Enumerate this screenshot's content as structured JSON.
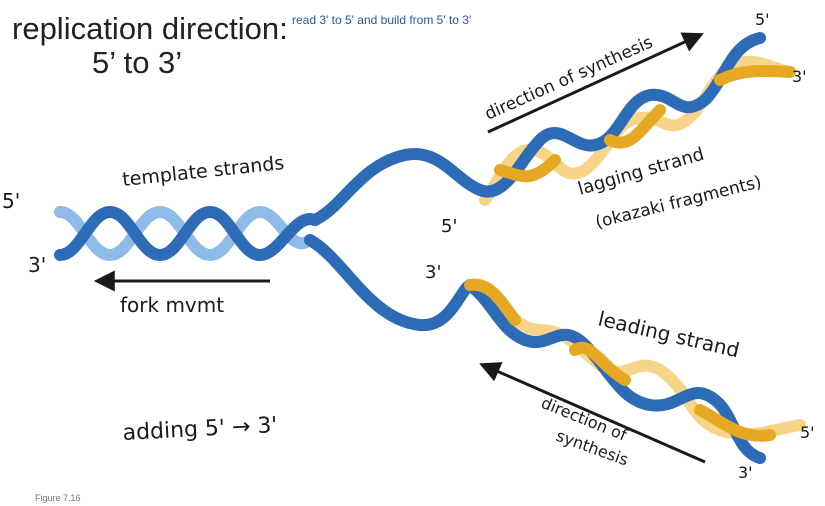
{
  "header": {
    "title_line1": "replication direction:",
    "title_line2": "5’ to 3’",
    "note": "read 3' to 5' and build from 5' to 3'"
  },
  "labels": {
    "left_5": "5'",
    "left_3": "3'",
    "template_strands": "template strands",
    "fork_movement": "fork mvmt",
    "adding": "adding 5' → 3'",
    "top_direction": "direction of synthesis",
    "top_5": "5'",
    "top_3": "3'",
    "top_left_5": "5'",
    "lagging_line1": "lagging strand",
    "lagging_line2": "(okazaki fragments)",
    "bottom_left_3": "3'",
    "leading_strand": "leading strand",
    "bottom_direction_line1": "direction of",
    "bottom_direction_line2": "synthesis",
    "bottom_5": "5'",
    "bottom_3": "3'"
  },
  "caption": "Figure 7.16",
  "colors": {
    "template_blue": "#2e6bb7",
    "template_light": "#7fb0e6",
    "new_yellow": "#e6a823",
    "new_light": "#f6d589",
    "arrow": "#1a1a1a"
  }
}
